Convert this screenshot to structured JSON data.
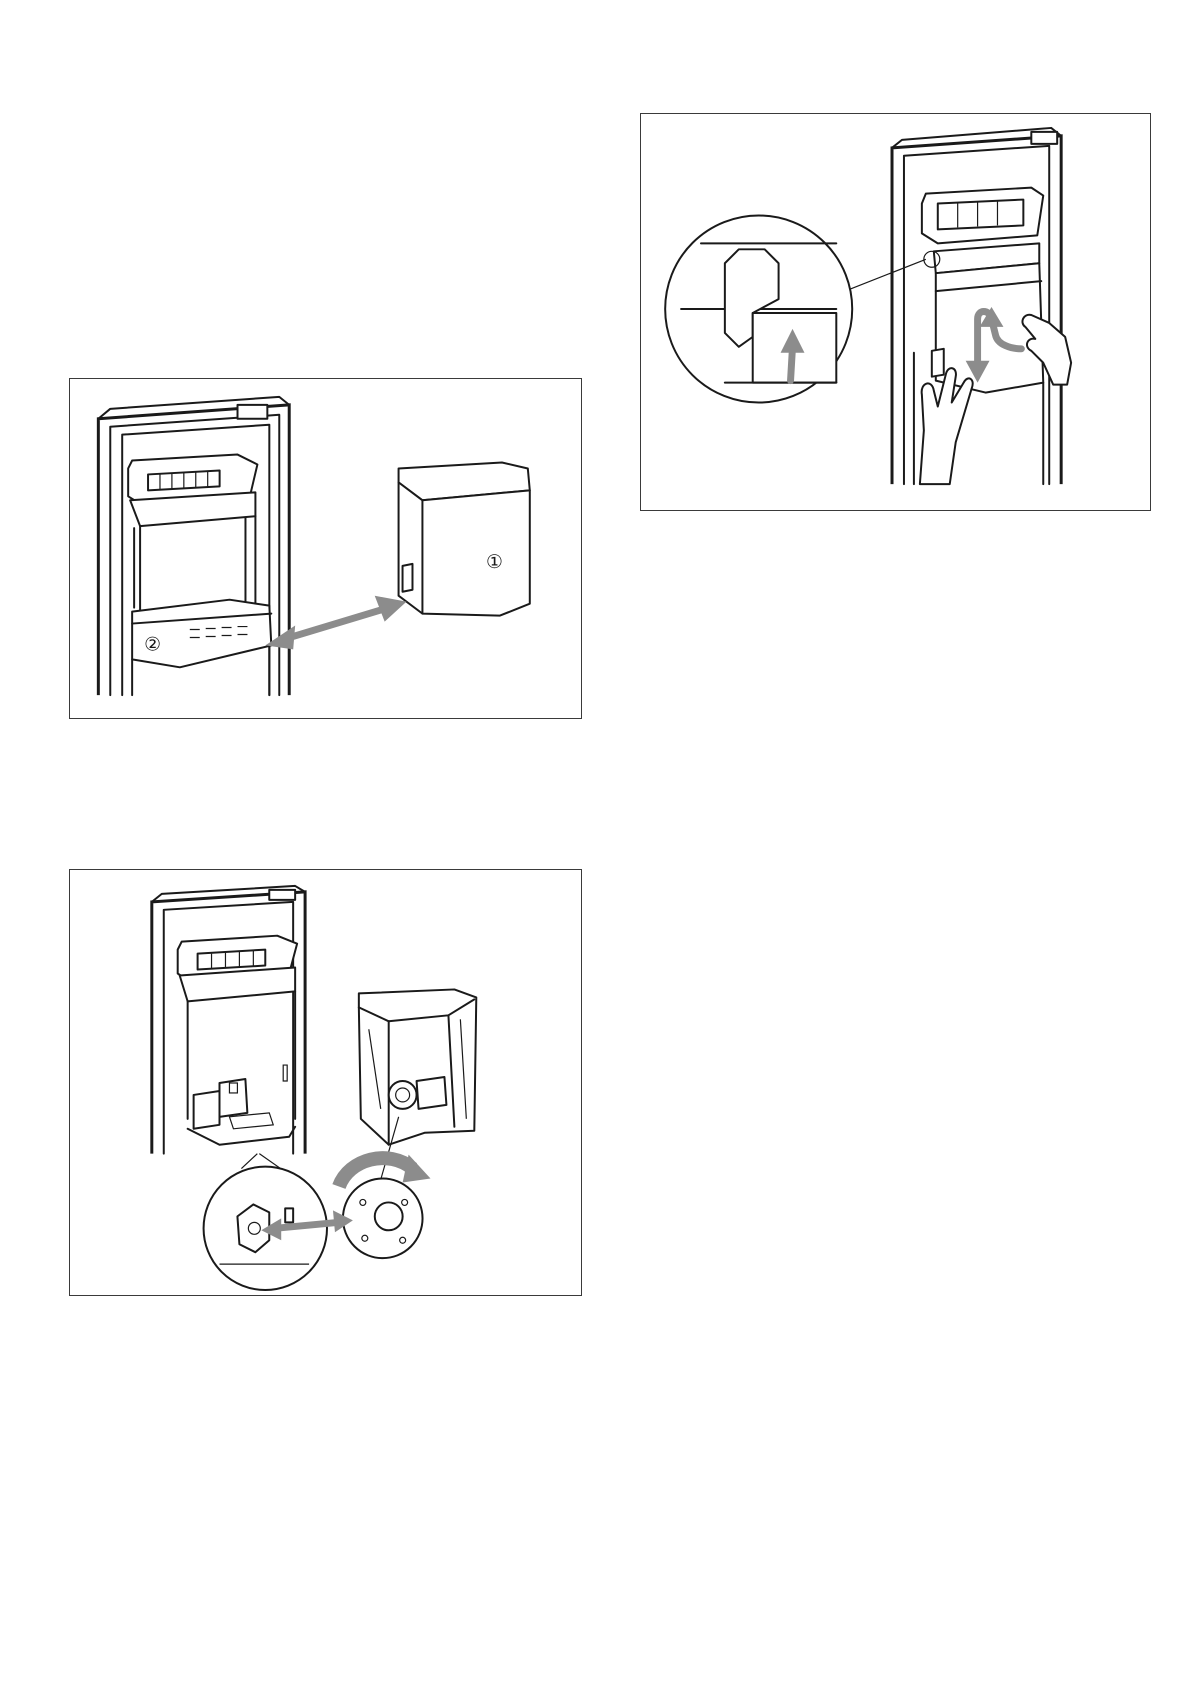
{
  "figures": [
    {
      "id": "fig-1",
      "callouts": [
        "①",
        "②"
      ]
    },
    {
      "id": "fig-2",
      "callouts": []
    },
    {
      "id": "fig-3",
      "callouts": []
    }
  ],
  "colors": {
    "arrow": "#8c8c8c",
    "line": "#1a1a1a",
    "frame": "#3a3a3a"
  },
  "icons": [
    "door-outline-illustration",
    "ice-bucket-illustration",
    "motion-arrow-icon",
    "rotate-arrow-icon",
    "magnifier-circle-icon",
    "hand-icon"
  ]
}
